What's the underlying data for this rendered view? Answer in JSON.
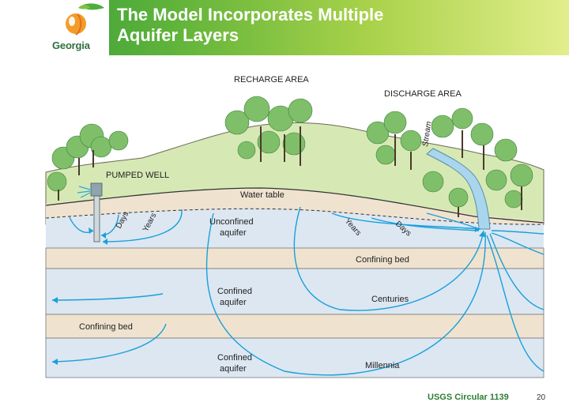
{
  "header": {
    "logo_text": "Georgia",
    "title_line1": "The Model Incorporates Multiple",
    "title_line2": "Aquifer Layers"
  },
  "diagram": {
    "recharge_area": "RECHARGE AREA",
    "discharge_area": "DISCHARGE AREA",
    "pumped_well": "PUMPED WELL",
    "stream": "Stream",
    "water_table": "Water table",
    "unconfined_aquifer_line1": "Unconfined",
    "unconfined_aquifer_line2": "aquifer",
    "confining_bed_upper": "Confining bed",
    "confined_aquifer_upper_line1": "Confined",
    "confined_aquifer_upper_line2": "aquifer",
    "centuries": "Centuries",
    "confining_bed_lower": "Confining bed",
    "confined_aquifer_lower_line1": "Confined",
    "confined_aquifer_lower_line2": "aquifer",
    "millennia": "Millennia",
    "days_left": "Days",
    "years_left": "Years",
    "years_right": "Years",
    "days_right": "Days"
  },
  "colors": {
    "header_green": "#2f9a3a",
    "aquifer_blue": "#dce7f2",
    "confining_tan": "#efe3cf",
    "land_green": "#d6e9b4",
    "flow_line": "#1a9fd9",
    "footer_green": "#2e7d32"
  },
  "footer": {
    "source": "USGS Circular 1139",
    "page_number": "20"
  }
}
